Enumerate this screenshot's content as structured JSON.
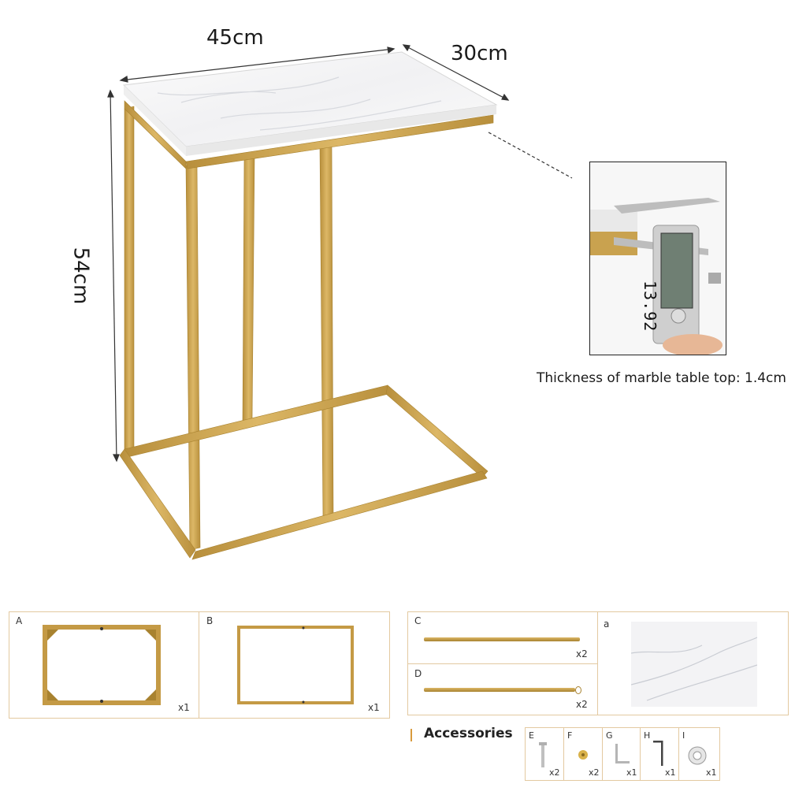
{
  "dimensions": {
    "width": "45cm",
    "depth": "30cm",
    "height": "54cm"
  },
  "thickness_caption": "Thickness of marble table top: 1.4cm",
  "caliper_reading": "13.92",
  "parts": [
    {
      "label": "A",
      "qty": "x1"
    },
    {
      "label": "B",
      "qty": "x1"
    },
    {
      "label": "C",
      "qty": "x2"
    },
    {
      "label": "D",
      "qty": "x2"
    },
    {
      "label": "a",
      "qty": ""
    }
  ],
  "accessories": {
    "title": "Accessories",
    "items": [
      {
        "label": "E",
        "qty": "x2",
        "icon": "bolt-icon"
      },
      {
        "label": "F",
        "qty": "x2",
        "icon": "nut-icon"
      },
      {
        "label": "G",
        "qty": "x1",
        "icon": "bracket-icon"
      },
      {
        "label": "H",
        "qty": "x1",
        "icon": "allen-key-icon"
      },
      {
        "label": "I",
        "qty": "x1",
        "icon": "washer-icon"
      }
    ]
  },
  "colors": {
    "gold": "#c9a24f",
    "gold_dark": "#a8822f",
    "panel_border": "#e3c9a0",
    "accent": "#d89a3c"
  }
}
